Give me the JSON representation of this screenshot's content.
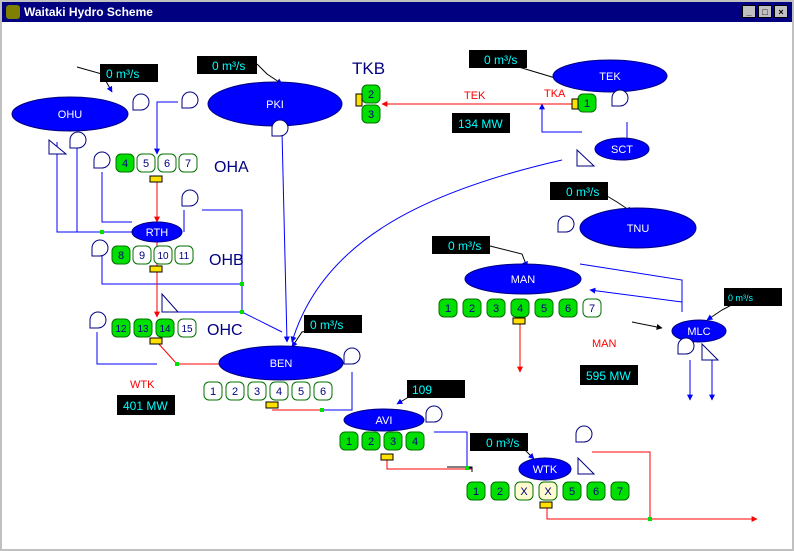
{
  "window": {
    "title": "Waitaki Hydro Scheme",
    "minimize": "_",
    "maximize": "□",
    "close": "×"
  },
  "reservoirs": {
    "ohu": "OHU",
    "pki": "PKI",
    "tek": "TEK",
    "sct": "SCT",
    "rth": "RTH",
    "tnu": "TNU",
    "man": "MAN",
    "mlc": "MLC",
    "ben": "BEN",
    "avi": "AVI",
    "wtk": "WTK"
  },
  "flows": {
    "ohu": "0 m³/s",
    "pki": "0 m³/s",
    "tek": "0 m³/s",
    "tnu": "0 m³/s",
    "man": "0 m³/s",
    "mlc": "0 m³/s",
    "ben": "0 m³/s",
    "avi": "109",
    "wtk": "0 m³/s"
  },
  "stations": {
    "tkb": {
      "label": "TKB",
      "units": [
        "2",
        "3"
      ]
    },
    "tka": {
      "label": "TKA",
      "units": [
        "1"
      ]
    },
    "oha": {
      "label": "OHA",
      "units": [
        "4",
        "5",
        "6",
        "7"
      ]
    },
    "ohb": {
      "label": "OHB",
      "units": [
        "8",
        "9",
        "10",
        "11"
      ]
    },
    "ohc": {
      "label": "OHC",
      "units": [
        "12",
        "13",
        "14",
        "15"
      ]
    },
    "ben": {
      "units": [
        "1",
        "2",
        "3",
        "4",
        "5",
        "6"
      ]
    },
    "avi": {
      "units": [
        "1",
        "2",
        "3",
        "4"
      ]
    },
    "wtk": {
      "units": [
        "1",
        "2",
        "X",
        "X",
        "5",
        "6",
        "7"
      ]
    },
    "man": {
      "units": [
        "1",
        "2",
        "3",
        "4",
        "5",
        "6",
        "7"
      ]
    }
  },
  "summaries": {
    "tek": {
      "label": "TEK",
      "mw": "134 MW"
    },
    "wtk": {
      "label": "WTK",
      "mw": "401 MW"
    },
    "man": {
      "label": "MAN",
      "mw": "595 MW"
    }
  },
  "colors": {
    "reservoir": "#0000ff",
    "unit_on": "#00e000",
    "unit_off": "#ffffff",
    "flow_text": "#00ffff",
    "red_line": "#ff0000",
    "blue_line": "#0000ff",
    "gate": "#ffe000",
    "titlebar": "#000080"
  }
}
